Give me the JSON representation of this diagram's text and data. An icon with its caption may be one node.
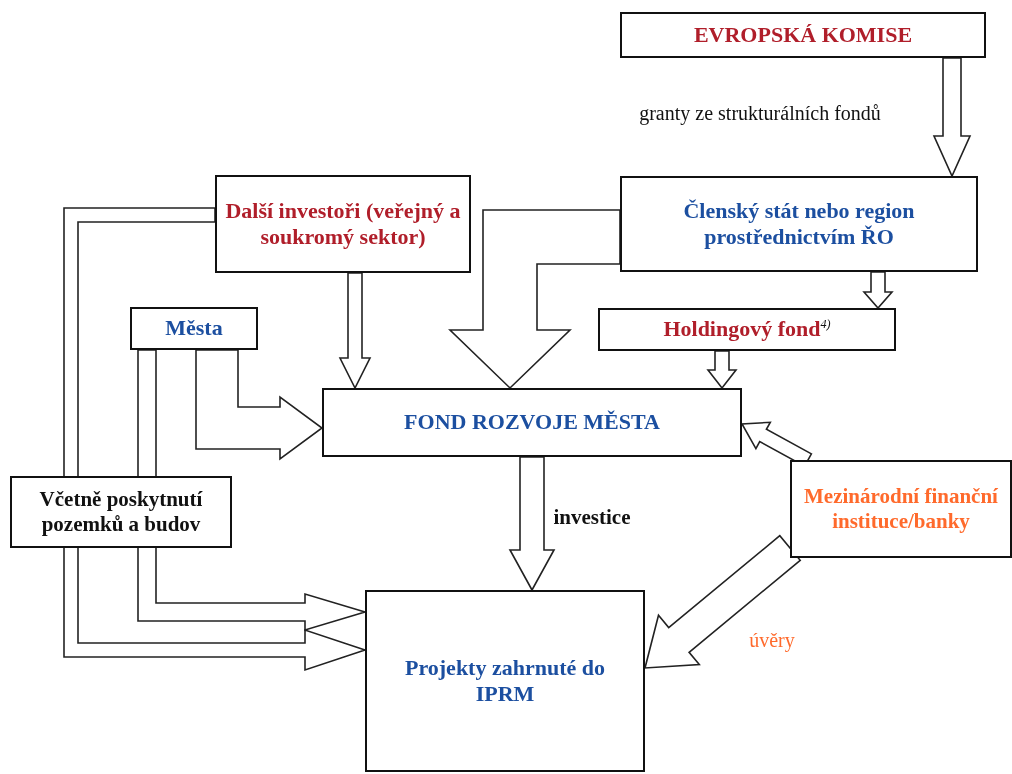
{
  "diagram": {
    "nodes": [
      {
        "text": [
          "EVROPSKÁ KOMISE"
        ]
      },
      {
        "text": [
          "Další investoři (veřejný a soukromý sektor)"
        ]
      },
      {
        "text": [
          "Členský stát nebo region prostřednictvím ŘO"
        ]
      },
      {
        "text": [
          "Města"
        ]
      },
      {
        "text": [
          "Holdingový fond$^{4)}$"
        ]
      },
      {
        "text": [
          "FOND ROZVOJE MĚSTA"
        ]
      },
      {
        "text": [
          "Projekty zahrnuté do IPRM"
        ]
      },
      {
        "text": [
          "Mezinárodní finanční instituce/banky"
        ]
      },
      {
        "text": [
          "Včetně poskytnutí pozemků a budov"
        ]
      }
    ],
    "edges": [
      {
        "from": 0,
        "to": 2,
        "arrow": "to",
        "label": "granty ze strukturálních fondů"
      },
      {
        "from": 1,
        "to": 5,
        "arrow": "to"
      },
      {
        "from": 2,
        "to": 5,
        "arrow": "to"
      },
      {
        "from": 2,
        "to": 4,
        "arrow": "to"
      },
      {
        "from": 4,
        "to": 5,
        "arrow": "to"
      },
      {
        "from": 3,
        "to": 5,
        "arrow": "to"
      },
      {
        "from": 5,
        "to": 6,
        "arrow": "to",
        "label": "investice"
      },
      {
        "from": 7,
        "to": 5,
        "arrow": "to"
      },
      {
        "from": 7,
        "to": 6,
        "arrow": "to",
        "label": "úvěry"
      },
      {
        "from": 1,
        "to": 6,
        "arrow": "to"
      },
      {
        "from": 3,
        "to": 6,
        "arrow": "to"
      }
    ]
  }
}
